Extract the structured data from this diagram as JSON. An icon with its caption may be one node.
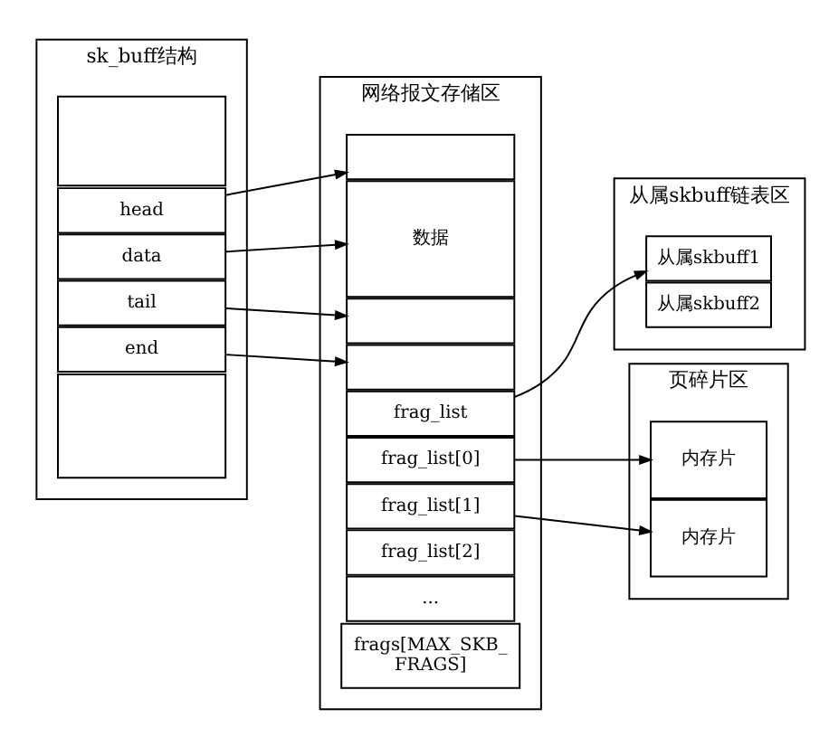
{
  "diagram": {
    "nodes": [
      {
        "text": [
          "sk_buff结构"
        ]
      },
      {
        "text": [],
        "shape": "box",
        "in": 0
      },
      {
        "text": [
          "head"
        ],
        "in": 0
      },
      {
        "text": [
          "data"
        ],
        "in": 0
      },
      {
        "text": [
          "tail"
        ],
        "in": 0
      },
      {
        "text": [
          "end"
        ],
        "in": 0
      },
      {
        "text": [],
        "shape": "box",
        "in": 0
      },
      {
        "text": [
          "网络报文存储区"
        ]
      },
      {
        "text": [],
        "shape": "box",
        "in": 7
      },
      {
        "text": [
          "数据"
        ],
        "in": 7
      },
      {
        "text": [],
        "shape": "box",
        "in": 7
      },
      {
        "text": [],
        "shape": "box",
        "in": 7
      },
      {
        "text": [
          "frag_list"
        ],
        "in": 7
      },
      {
        "text": [
          "frag_list[0]"
        ],
        "in": 7
      },
      {
        "text": [
          "frag_list[1]"
        ],
        "in": 7
      },
      {
        "text": [
          "frag_list[2]"
        ],
        "in": 7
      },
      {
        "text": [
          "..."
        ],
        "in": 7
      },
      {
        "text": [
          "frags[MAX_SKB_ FRAGS]"
        ],
        "in": 7
      },
      {
        "text": [
          "从属skbuff链表区"
        ]
      },
      {
        "text": [
          "从属skbuff1"
        ],
        "in": 18
      },
      {
        "text": [
          "从属skbuff2"
        ],
        "in": 18
      },
      {
        "text": [
          "页碎片区"
        ]
      },
      {
        "text": [
          "内存片"
        ],
        "in": 21
      },
      {
        "text": [
          "内存片"
        ],
        "in": 21
      }
    ],
    "edges": [
      {
        "from": 2,
        "to": 8,
        "arrow": "to"
      },
      {
        "from": 3,
        "to": 9,
        "arrow": "to"
      },
      {
        "from": 4,
        "to": 10,
        "arrow": "to"
      },
      {
        "from": 5,
        "to": 11,
        "arrow": "to"
      },
      {
        "from": 12,
        "to": 19,
        "arrow": "to"
      },
      {
        "from": 13,
        "to": 22,
        "arrow": "to"
      },
      {
        "from": 14,
        "to": 23,
        "arrow": "to"
      }
    ]
  }
}
